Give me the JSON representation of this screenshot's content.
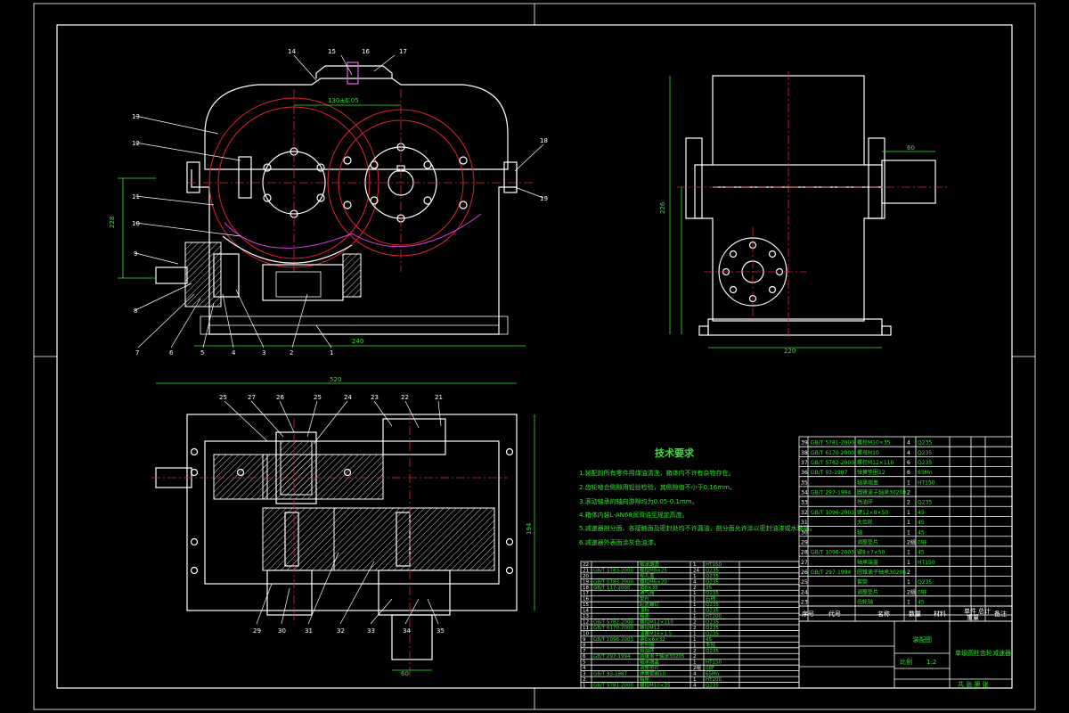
{
  "tech_requirements": {
    "title": "技术要求",
    "lines": [
      "1.装配前所有零件用煤油清洗，箱体内不许有杂物存在。",
      "2.齿轮啮合侧隙用铅丝检验，其侧隙值不小于0.16mm。",
      "3.滚动轴承的轴向游隙均为0.05-0.1mm。",
      "4.箱体内装L-AN68润滑油至规定高度。",
      "5.减速器剖分面、各接触面及密封处均不许漏油，剖分面允许涂以密封油漆或水玻璃。",
      "6.减速器外表面涂灰色油漆。"
    ]
  },
  "part_labels": {
    "front_view": [
      "14",
      "15",
      "16",
      "17",
      "13",
      "12",
      "11",
      "10",
      "9",
      "8",
      "7",
      "6",
      "5",
      "4",
      "3",
      "2",
      "1",
      "18",
      "19"
    ],
    "plan_view_top": [
      "25",
      "27",
      "26",
      "25",
      "24",
      "23",
      "22",
      "21"
    ],
    "plan_view_bottom": [
      "29",
      "30",
      "31",
      "32",
      "33",
      "34",
      "35"
    ]
  },
  "bom_right": {
    "rows": [
      [
        "39",
        "GB/T 5781-2000",
        "螺栓M10×35",
        "4",
        "Q235",
        "",
        ""
      ],
      [
        "38",
        "GB/T 6170-2000",
        "螺母M10",
        "4",
        "Q235",
        "",
        ""
      ],
      [
        "37",
        "GB/T 5782-2000",
        "螺栓M12×110",
        "6",
        "Q235",
        "",
        ""
      ],
      [
        "36",
        "GB/T 93-1987",
        "弹簧垫圈12",
        "6",
        "65Mn",
        "",
        ""
      ],
      [
        "35",
        "",
        "轴承端盖",
        "1",
        "HT150",
        "",
        ""
      ],
      [
        "34",
        "GB/T 297-1994",
        "圆锥滚子轴承30208",
        "2",
        "",
        "",
        ""
      ],
      [
        "33",
        "",
        "挡油环",
        "2",
        "Q235",
        "",
        ""
      ],
      [
        "32",
        "GB/T 1096-2003",
        "键12×8×50",
        "1",
        "45",
        "",
        ""
      ],
      [
        "31",
        "",
        "大齿轮",
        "1",
        "45",
        "",
        ""
      ],
      [
        "30",
        "",
        "轴",
        "1",
        "45",
        "",
        ""
      ],
      [
        "29",
        "",
        "调整垫片",
        "2组",
        "08F",
        "",
        ""
      ],
      [
        "28",
        "GB/T 1096-2003",
        "键8×7×50",
        "1",
        "45",
        "",
        ""
      ],
      [
        "27",
        "",
        "轴承端盖",
        "1",
        "HT150",
        "",
        ""
      ],
      [
        "26",
        "GB/T 297-1994",
        "圆锥滚子轴承30206",
        "2",
        "",
        "",
        ""
      ],
      [
        "25",
        "",
        "套筒",
        "1",
        "Q235",
        "",
        ""
      ],
      [
        "24",
        "",
        "调整垫片",
        "2组",
        "08F",
        "",
        ""
      ],
      [
        "23",
        "",
        "齿轮轴",
        "1",
        "45",
        "",
        ""
      ]
    ],
    "header": [
      "序号",
      "代号",
      "名称",
      "数量",
      "材料",
      "单件",
      "总计",
      "备注"
    ],
    "header2": [
      "重量",
      ""
    ]
  },
  "bom_left": {
    "rows": [
      [
        "22",
        "",
        "轴承端盖",
        "1",
        "HT150",
        ""
      ],
      [
        "21",
        "GB/T 5783-2000",
        "螺栓M8×25",
        "24",
        "Q235",
        ""
      ],
      [
        "20",
        "",
        "视孔盖",
        "1",
        "Q235",
        ""
      ],
      [
        "19",
        "GB/T 5783-2000",
        "螺栓M6×20",
        "4",
        "Q235",
        ""
      ],
      [
        "18",
        "GB/T 117-2000",
        "销8×35",
        "2",
        "35",
        ""
      ],
      [
        "17",
        "",
        "通气器",
        "1",
        "Q235",
        ""
      ],
      [
        "16",
        "",
        "垫片",
        "1",
        "石棉",
        ""
      ],
      [
        "15",
        "",
        "起盖螺钉",
        "1",
        "Q235",
        ""
      ],
      [
        "14",
        "",
        "油标",
        "1",
        "Q235",
        ""
      ],
      [
        "13",
        "",
        "箱盖",
        "1",
        "HT200",
        ""
      ],
      [
        "12",
        "GB/T 5782-2000",
        "螺栓M12×110",
        "2",
        "Q235",
        ""
      ],
      [
        "11",
        "GB/T 6170-2000",
        "螺母M12",
        "2",
        "Q235",
        ""
      ],
      [
        "10",
        "",
        "油塞M16×1.5",
        "1",
        "Q235",
        ""
      ],
      [
        "9",
        "GB/T 1096-2003",
        "键6×6×32",
        "1",
        "45",
        ""
      ],
      [
        "8",
        "",
        "密封圈",
        "1",
        "毛毡",
        ""
      ],
      [
        "7",
        "",
        "挡油环",
        "2",
        "Q235",
        ""
      ],
      [
        "6",
        "GB/T 297-1994",
        "圆锥滚子轴承30205",
        "2",
        "",
        ""
      ],
      [
        "5",
        "",
        "轴承端盖",
        "1",
        "HT150",
        ""
      ],
      [
        "4",
        "",
        "调整垫片",
        "2组",
        "08F",
        ""
      ],
      [
        "3",
        "GB/T 93-1987",
        "弹簧垫圈10",
        "4",
        "65Mn",
        ""
      ],
      [
        "2",
        "",
        "箱座",
        "1",
        "HT200",
        ""
      ],
      [
        "1",
        "GB/T 5781-2000",
        "螺栓M10×35",
        "4",
        "Q235",
        ""
      ]
    ]
  },
  "title_block": {
    "drawing_name": "装配图",
    "project": "单级圆柱齿轮减速器",
    "scale_label": "比例",
    "scale": "1:2",
    "sheet": "共 张 第 张"
  },
  "dimensions": {
    "front_width": "240",
    "front_height": "228",
    "center_distance": "130±0.05",
    "plan_width": "520",
    "plan_height": "194",
    "side_width": "220",
    "side_height": "226",
    "side_shaft": "60",
    "shaft_length": "60"
  },
  "colors": {
    "background": "#000000",
    "outline": "#ffffff",
    "centerline": "#e0232d",
    "gear_mesh": "#e03fe0",
    "dimension": "#2ee62e"
  }
}
